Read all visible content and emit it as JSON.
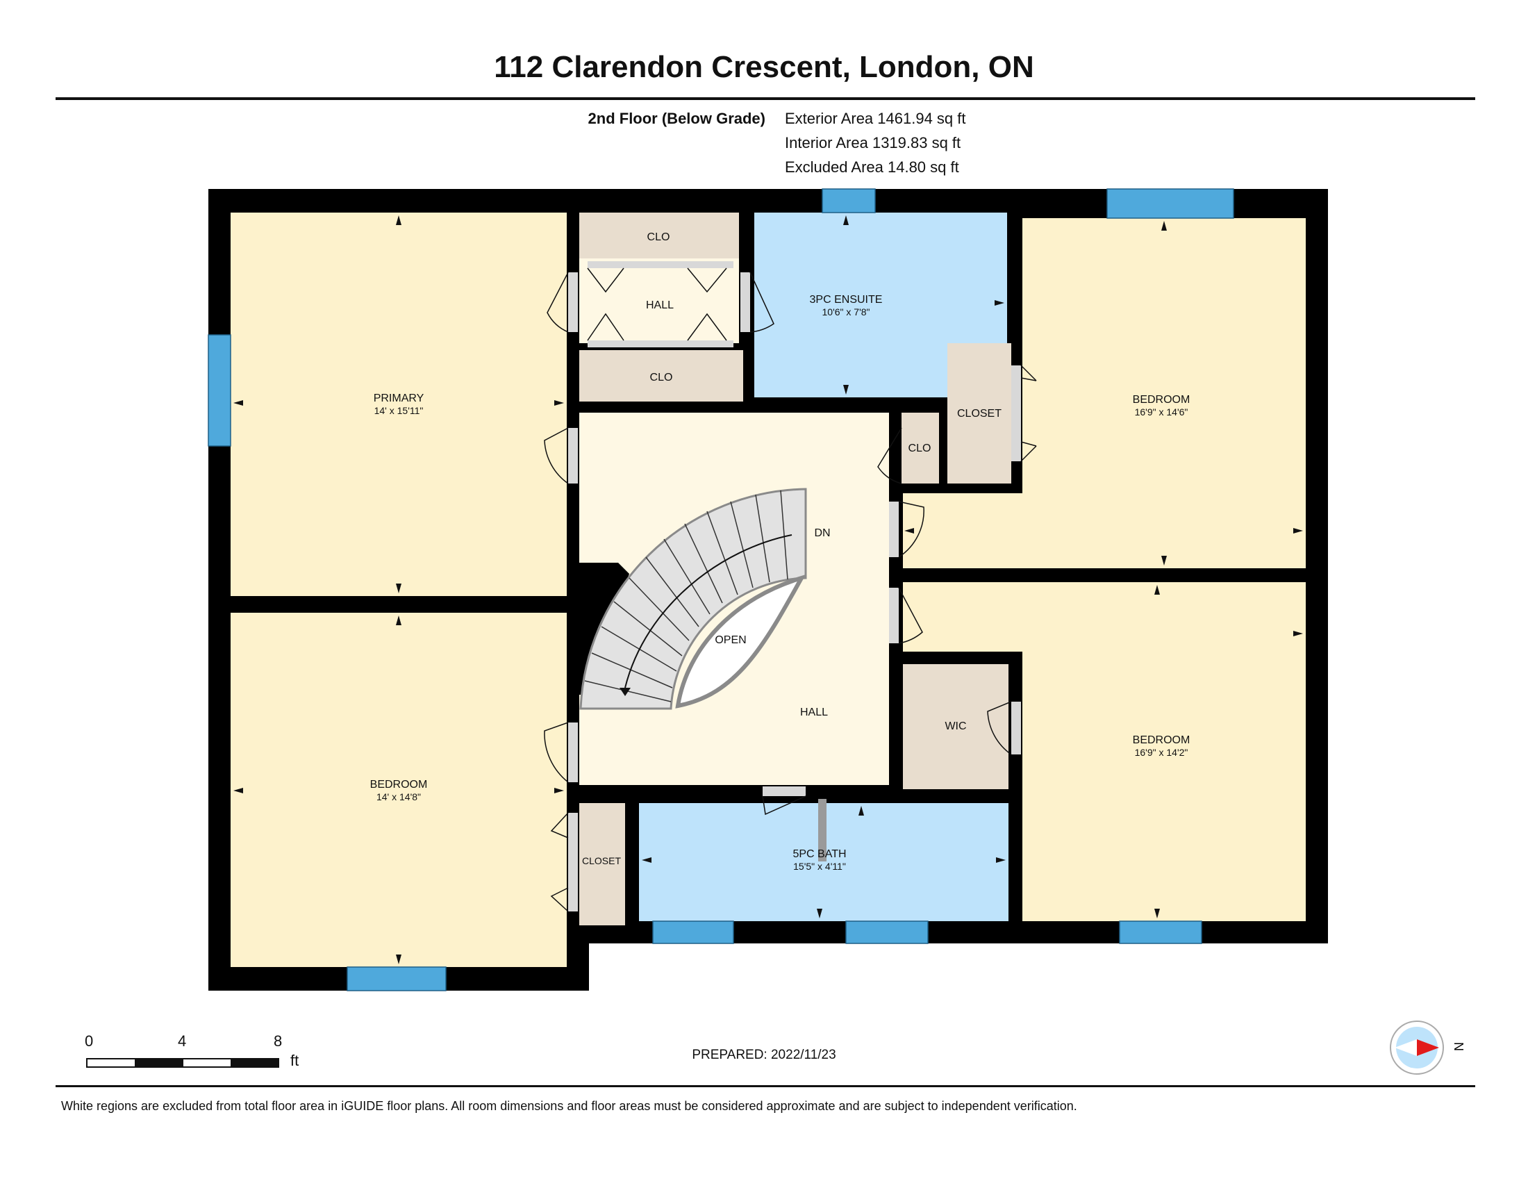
{
  "title": "112 Clarendon Crescent, London, ON",
  "floor": {
    "name": "2nd Floor (Below Grade)",
    "exterior_area": "Exterior Area 1461.94 sq ft",
    "interior_area": "Interior Area 1319.83 sq ft",
    "excluded_area": "Excluded Area 14.80 sq ft"
  },
  "rooms": {
    "primary": {
      "label": "PRIMARY",
      "dims": "14' x 15'11\""
    },
    "bedroom_sw": {
      "label": "BEDROOM",
      "dims": "14' x 14'8\""
    },
    "bedroom_ne": {
      "label": "BEDROOM",
      "dims": "16'9\" x 14'6\""
    },
    "bedroom_se": {
      "label": "BEDROOM",
      "dims": "16'9\" x 14'2\""
    },
    "ensuite": {
      "label": "3PC ENSUITE",
      "dims": "10'6\" x 7'8\""
    },
    "bath": {
      "label": "5PC BATH",
      "dims": "15'5\" x 4'11\""
    },
    "hall_small": {
      "label": "HALL"
    },
    "hall_main": {
      "label": "HALL"
    },
    "clo_top": {
      "label": "CLO"
    },
    "clo_mid": {
      "label": "CLO"
    },
    "clo_small": {
      "label": "CLO"
    },
    "closet_ne": {
      "label": "CLOSET"
    },
    "closet_sw": {
      "label": "CLOSET"
    },
    "wic": {
      "label": "WIC"
    },
    "open": {
      "label": "OPEN"
    },
    "stairs": {
      "label": "DN"
    }
  },
  "scale": {
    "ticks": [
      "0",
      "4",
      "8"
    ],
    "unit": "ft"
  },
  "compass": {
    "label": "N"
  },
  "prepared": "PREPARED: 2022/11/23",
  "disclaimer": "White regions are excluded from total floor area in iGUIDE floor plans. All room dimensions and floor areas must be considered approximate and are subject to independent verification.",
  "colors": {
    "wall": "#000000",
    "bedroom": "#FDF2CC",
    "hall": "#FEF8E4",
    "bath": "#BEE3FB",
    "closet": "#E8DDCE",
    "window": "#4FA9DC",
    "stairs": "#E2E2E2"
  }
}
